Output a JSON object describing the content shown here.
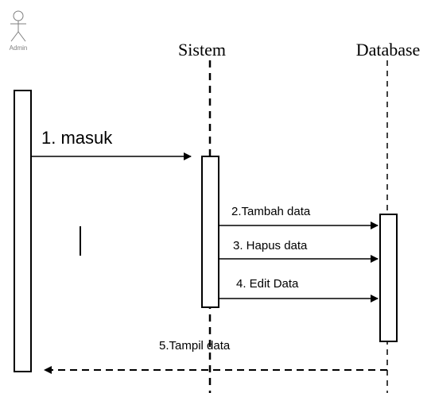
{
  "actors": {
    "admin": {
      "label": "Admin"
    },
    "sistem": {
      "label": "Sistem"
    },
    "database": {
      "label": "Database"
    }
  },
  "messages": [
    {
      "id": "m1",
      "label": "1. masuk",
      "from": "admin",
      "to": "sistem",
      "style": "solid"
    },
    {
      "id": "m2",
      "label": "2.Tambah data",
      "from": "sistem",
      "to": "database",
      "style": "solid"
    },
    {
      "id": "m3",
      "label": "3. Hapus data",
      "from": "sistem",
      "to": "database",
      "style": "solid"
    },
    {
      "id": "m4",
      "label": "4. Edit Data",
      "from": "sistem",
      "to": "database",
      "style": "solid"
    },
    {
      "id": "m5",
      "label": "5.Tampil data",
      "from": "database",
      "to": "admin",
      "style": "dashed"
    }
  ],
  "colors": {
    "line": "#000000",
    "actor_icon": "#7f7f7f",
    "background": "#ffffff"
  }
}
